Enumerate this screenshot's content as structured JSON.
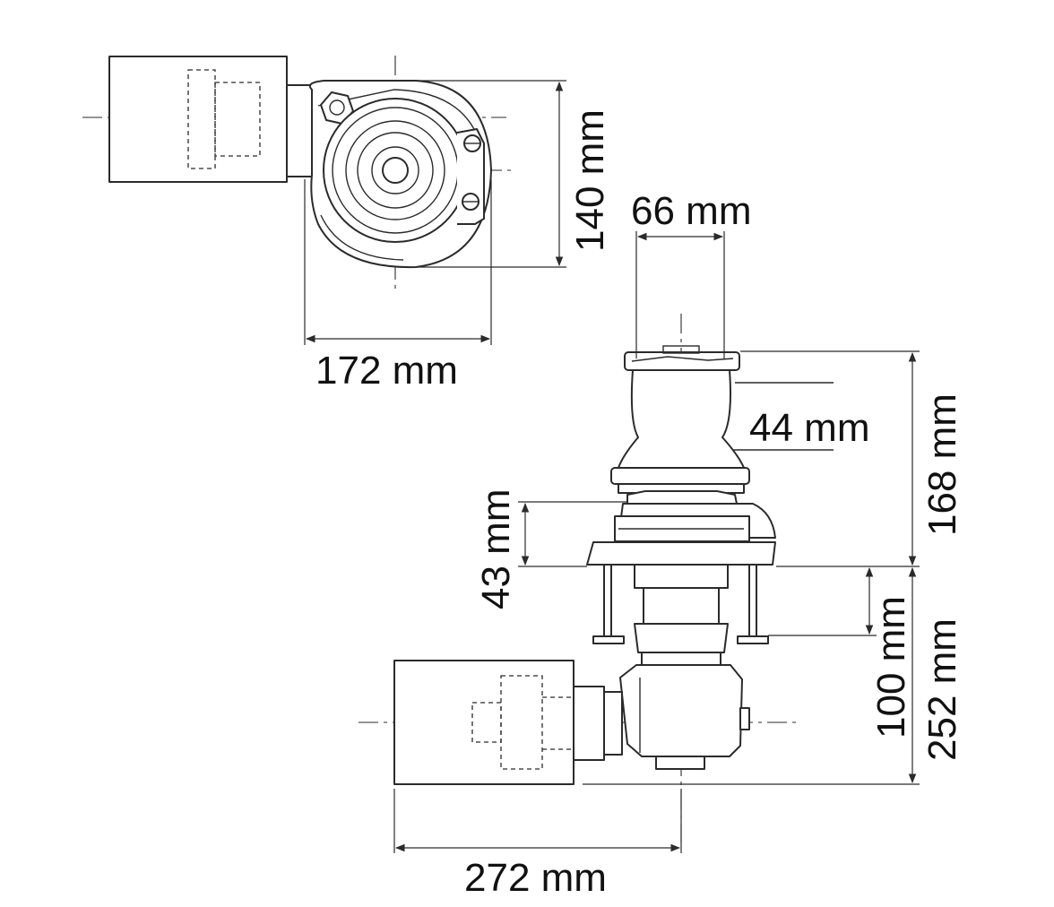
{
  "dimensions": {
    "top_view_height": "140 mm",
    "top_view_width": "172 mm",
    "capstan_diameter": "66 mm",
    "capstan_drum_height": "44 mm",
    "overall_height_above_deck": "168 mm",
    "gypsy_height": "43 mm",
    "below_deck_depth": "100 mm",
    "total_below_deck": "252 mm",
    "motor_length": "272 mm"
  },
  "colors": {
    "line": "#2b2b2b",
    "background": "#ffffff"
  }
}
